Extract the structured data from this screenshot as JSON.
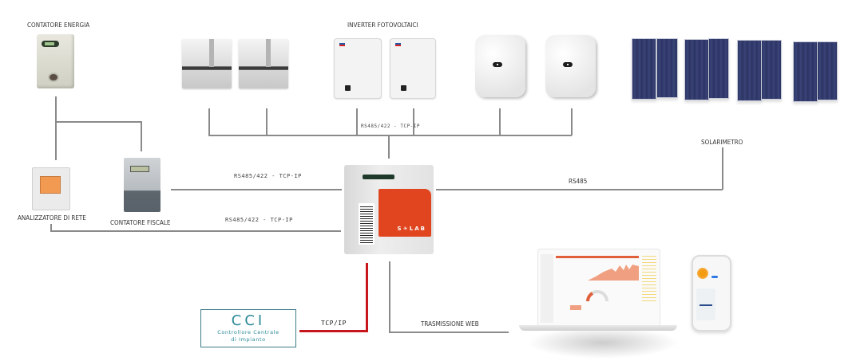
{
  "diagram": {
    "title": "Schema di collegamento SOLAB",
    "labels": {
      "energy_meter": "CONTATORE ENERGIA",
      "pv_inverters": "INVERTER FOTOVOLTAICI",
      "solarimeter": "SOLARIMETRO",
      "network_analyzer": "ANALIZZATORE DI RETE",
      "fiscal_meter": "CONTATORE FISCALE",
      "web_transmission": "TRASMISSIONE WEB"
    },
    "connections": {
      "inverter_bus": "RS485/422 - TCP-IP",
      "fiscal_meter_link": "RS485/422 - TCP-IP",
      "analyzer_link": "RS485/422 - TCP-IP",
      "solarimeter_link": "RS485",
      "cci_link": "TCP/IP"
    },
    "central_device": {
      "brand": "S☀LAB"
    },
    "cci": {
      "acronym": "CCI",
      "line1": "Controllore Centrale",
      "line2": "di Impianto"
    },
    "colors": {
      "line": "#8a8a8a",
      "tcpip_link": "#c8161d",
      "cci_border": "#3c7c86",
      "cci_text": "#2b8a97",
      "solab_orange": "#e0451f"
    }
  }
}
